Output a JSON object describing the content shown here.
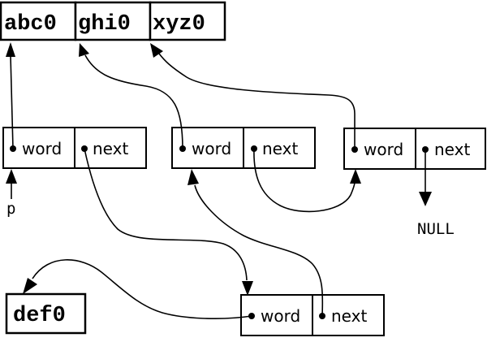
{
  "strings": {
    "top": [
      "abc0",
      "ghi0",
      "xyz0"
    ],
    "bottom": "def0"
  },
  "node_fields": {
    "word": "word",
    "next": "next"
  },
  "labels": {
    "pointer": "p",
    "null": "NULL"
  }
}
